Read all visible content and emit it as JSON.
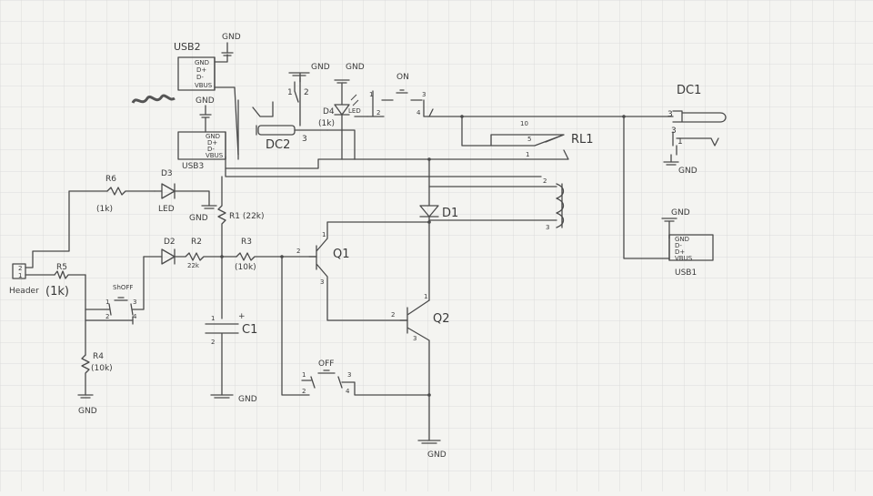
{
  "labels": {
    "usb2": "USB2",
    "usb3": "USB3",
    "usb1": "USB1",
    "dc1": "DC1",
    "dc2": "DC2",
    "rl1": "RL1",
    "d1": "D1",
    "d2": "D2",
    "d3": "D3",
    "d4": "D4",
    "q1": "Q1",
    "q2": "Q2",
    "c1": "C1",
    "r1": "R1 (22k)",
    "r2": "R2",
    "r2_val": "22k",
    "r3": "R3",
    "r3_val": "(10k)",
    "r4": "R4",
    "r4_val": "(10k)",
    "r5": "R5",
    "r5_val": "(1k)",
    "r6": "R6",
    "r6_val": "(1k)",
    "d4_val": "(1k)",
    "led": "LED",
    "led_d3": "LED",
    "header": "Header",
    "sw_on": "ON",
    "sw_off": "OFF",
    "sw_shoff": "ShOFF",
    "gnd": "GND",
    "gnd_big": "GND",
    "plus": "+"
  },
  "pins": {
    "usb_pins": [
      "GND",
      "D+",
      "D-",
      "VBUS"
    ],
    "usb1_pins": [
      "GND",
      "D-",
      "D+",
      "VBUS"
    ],
    "n1": "1",
    "n2": "2",
    "n3": "3",
    "n4": "4",
    "n5": "5",
    "n10": "10"
  },
  "colors": {
    "ink": "#4a4a4a",
    "grid": "#d4d4d4",
    "paper": "#f4f4f1"
  }
}
